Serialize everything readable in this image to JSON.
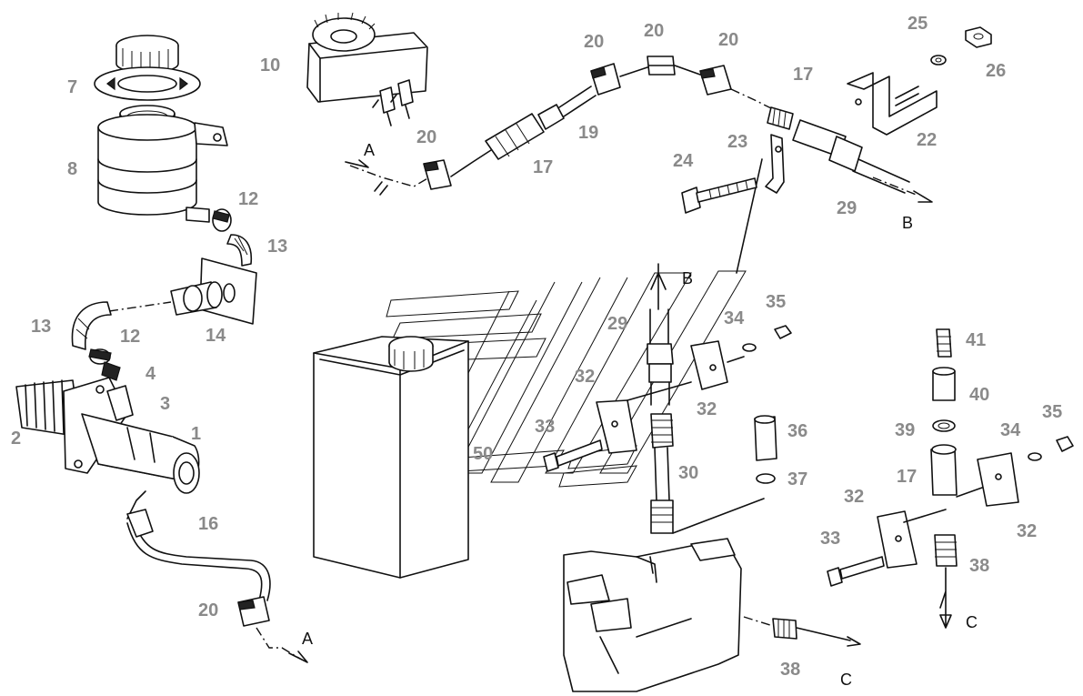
{
  "labels": [
    {
      "text": "1"
    },
    {
      "text": "2"
    },
    {
      "text": "3"
    },
    {
      "text": "4"
    },
    {
      "text": "7"
    },
    {
      "text": "8"
    },
    {
      "text": "10"
    },
    {
      "text": "12"
    },
    {
      "text": "12"
    },
    {
      "text": "13"
    },
    {
      "text": "13"
    },
    {
      "text": "14"
    },
    {
      "text": "16"
    },
    {
      "text": "17"
    },
    {
      "text": "17"
    },
    {
      "text": "17"
    },
    {
      "text": "19"
    },
    {
      "text": "20"
    },
    {
      "text": "20"
    },
    {
      "text": "20"
    },
    {
      "text": "20"
    },
    {
      "text": "20"
    },
    {
      "text": "22"
    },
    {
      "text": "23"
    },
    {
      "text": "24"
    },
    {
      "text": "25"
    },
    {
      "text": "26"
    },
    {
      "text": "29"
    },
    {
      "text": "29"
    },
    {
      "text": "30"
    },
    {
      "text": "32"
    },
    {
      "text": "32"
    },
    {
      "text": "32"
    },
    {
      "text": "32"
    },
    {
      "text": "33"
    },
    {
      "text": "33"
    },
    {
      "text": "34"
    },
    {
      "text": "34"
    },
    {
      "text": "35"
    },
    {
      "text": "35"
    },
    {
      "text": "36"
    },
    {
      "text": "37"
    },
    {
      "text": "38"
    },
    {
      "text": "38"
    },
    {
      "text": "39"
    },
    {
      "text": "40"
    },
    {
      "text": "41"
    },
    {
      "text": "50"
    }
  ],
  "flow_letters": [
    {
      "text": "A"
    },
    {
      "text": "A"
    },
    {
      "text": "B"
    },
    {
      "text": "B"
    },
    {
      "text": "C"
    },
    {
      "text": "C"
    }
  ]
}
